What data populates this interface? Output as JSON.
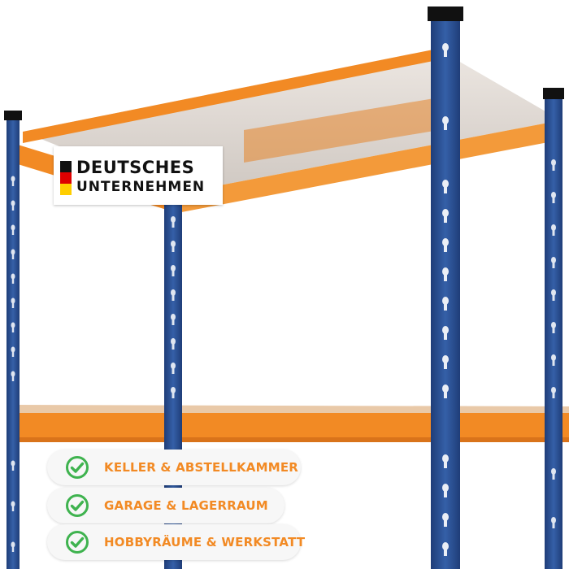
{
  "colors": {
    "accent_orange": "#f28a24",
    "frame_blue": "#2b4f91",
    "check_green": "#3fb34f",
    "flag_black": "#111111",
    "flag_red": "#dd0000",
    "flag_gold": "#ffce00"
  },
  "badge": {
    "line1": "DEUTSCHES",
    "line2": "UNTERNEHMEN"
  },
  "features": [
    {
      "label": "KELLER & ABSTELLKAMMER",
      "icon": "check-circle-icon"
    },
    {
      "label": "GARAGE & LAGERRAUM",
      "icon": "check-circle-icon"
    },
    {
      "label": "HOBBYRÄUME & WERKSTATT",
      "icon": "check-circle-icon"
    }
  ]
}
